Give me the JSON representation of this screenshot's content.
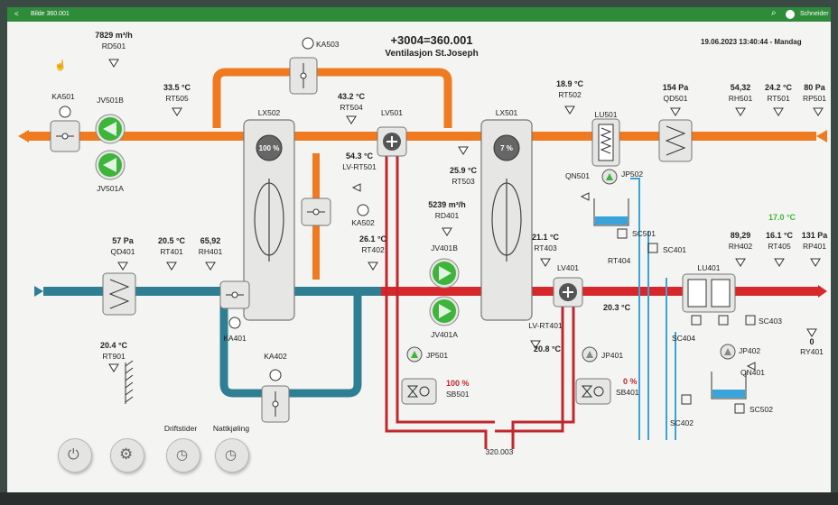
{
  "topbar": {
    "back_label": "<",
    "title": "Bilde 360.001",
    "brand": "Schneider"
  },
  "header": {
    "title": "+3004=360.001",
    "subtitle": "Ventilasjon St.Joseph",
    "datetime": "19.06.2023 13:40:44 - Mandag"
  },
  "flow_rd501": {
    "value": "7829 m³/h",
    "tag": "RD501"
  },
  "flow_rd401": {
    "value": "5239 m³/h",
    "tag": "RD401"
  },
  "temps": [
    {
      "id": "rt505",
      "value": "33.5 °C",
      "tag": "RT505"
    },
    {
      "id": "rt504",
      "value": "43.2 °C",
      "tag": "RT504"
    },
    {
      "id": "lvrt501",
      "value": "54.3 °C",
      "tag": "LV-RT501"
    },
    {
      "id": "rt503",
      "value": "25.9 °C",
      "tag": "RT503"
    },
    {
      "id": "rt502",
      "value": "18.9 °C",
      "tag": "RT502"
    },
    {
      "id": "rt401",
      "value": "20.5 °C",
      "tag": "RT401"
    },
    {
      "id": "rt402",
      "value": "26.1 °C",
      "tag": "RT402"
    },
    {
      "id": "rt403",
      "value": "21.1 °C",
      "tag": "RT403"
    },
    {
      "id": "rt901",
      "value": "20.4 °C",
      "tag": "RT901"
    },
    {
      "id": "lvrt401",
      "value": "20.8 °C",
      "tag": "LV-RT401"
    }
  ],
  "sensors_right_exhaust": [
    {
      "value": "154 Pa",
      "tag": "QD501"
    },
    {
      "value": "54,32",
      "tag": "RH501"
    },
    {
      "value": "24.2 °C",
      "tag": "RT501"
    },
    {
      "value": "80 Pa",
      "tag": "RP501"
    }
  ],
  "sensors_right_supply": [
    {
      "value": "89,29",
      "tag": "RH402"
    },
    {
      "value": "16.1 °C",
      "tag": "RT405",
      "setpoint": "17.0 °C"
    },
    {
      "value": "131 Pa",
      "tag": "RP401"
    }
  ],
  "qd401": {
    "value": "57 Pa",
    "tag": "QD401"
  },
  "rh401": {
    "value": "65,92",
    "tag": "RH401"
  },
  "ry401": {
    "value": "0",
    "tag": "RY401"
  },
  "lv_supply_temp": "20.3 °C",
  "units": {
    "ka501": "KA501",
    "ka503": "KA503",
    "ka502": "KA502",
    "ka401": "KA401",
    "ka402": "KA402",
    "jv501b": "JV501B",
    "jv501a": "JV501A",
    "jv401b": "JV401B",
    "jv401a": "JV401A",
    "lx502": "LX502",
    "lx501": "LX501",
    "lx502_pct": "100 %",
    "lx501_pct": "7 %",
    "lv501": "LV501",
    "lv401": "LV401",
    "lu501": "LU501",
    "lu401": "LU401",
    "qn501": "QN501",
    "qn401": "QN401",
    "jp502": "JP502",
    "jp402": "JP402",
    "jp501": "JP501",
    "jp401": "JP401",
    "sb501": "SB501",
    "sb401": "SB401",
    "sb501_pct": "100 %",
    "sb401_pct": "0 %",
    "sc501": "SC501",
    "sc401": "SC401",
    "sc403": "SC403",
    "sc404": "SC404",
    "sc402": "SC402",
    "sc502": "SC502",
    "rt404": "RT404",
    "pipe_ref": "320.003"
  },
  "bottom": {
    "driftstider": "Driftstider",
    "nattkjoling": "Nattkjøling"
  },
  "colors": {
    "exhaust": "#f07a1f",
    "supply": "#2f7f94",
    "heating": "#d6282b",
    "cooling": "#3aa3d9",
    "fan_on": "#3db43a",
    "topbar": "#2e8b3a"
  }
}
